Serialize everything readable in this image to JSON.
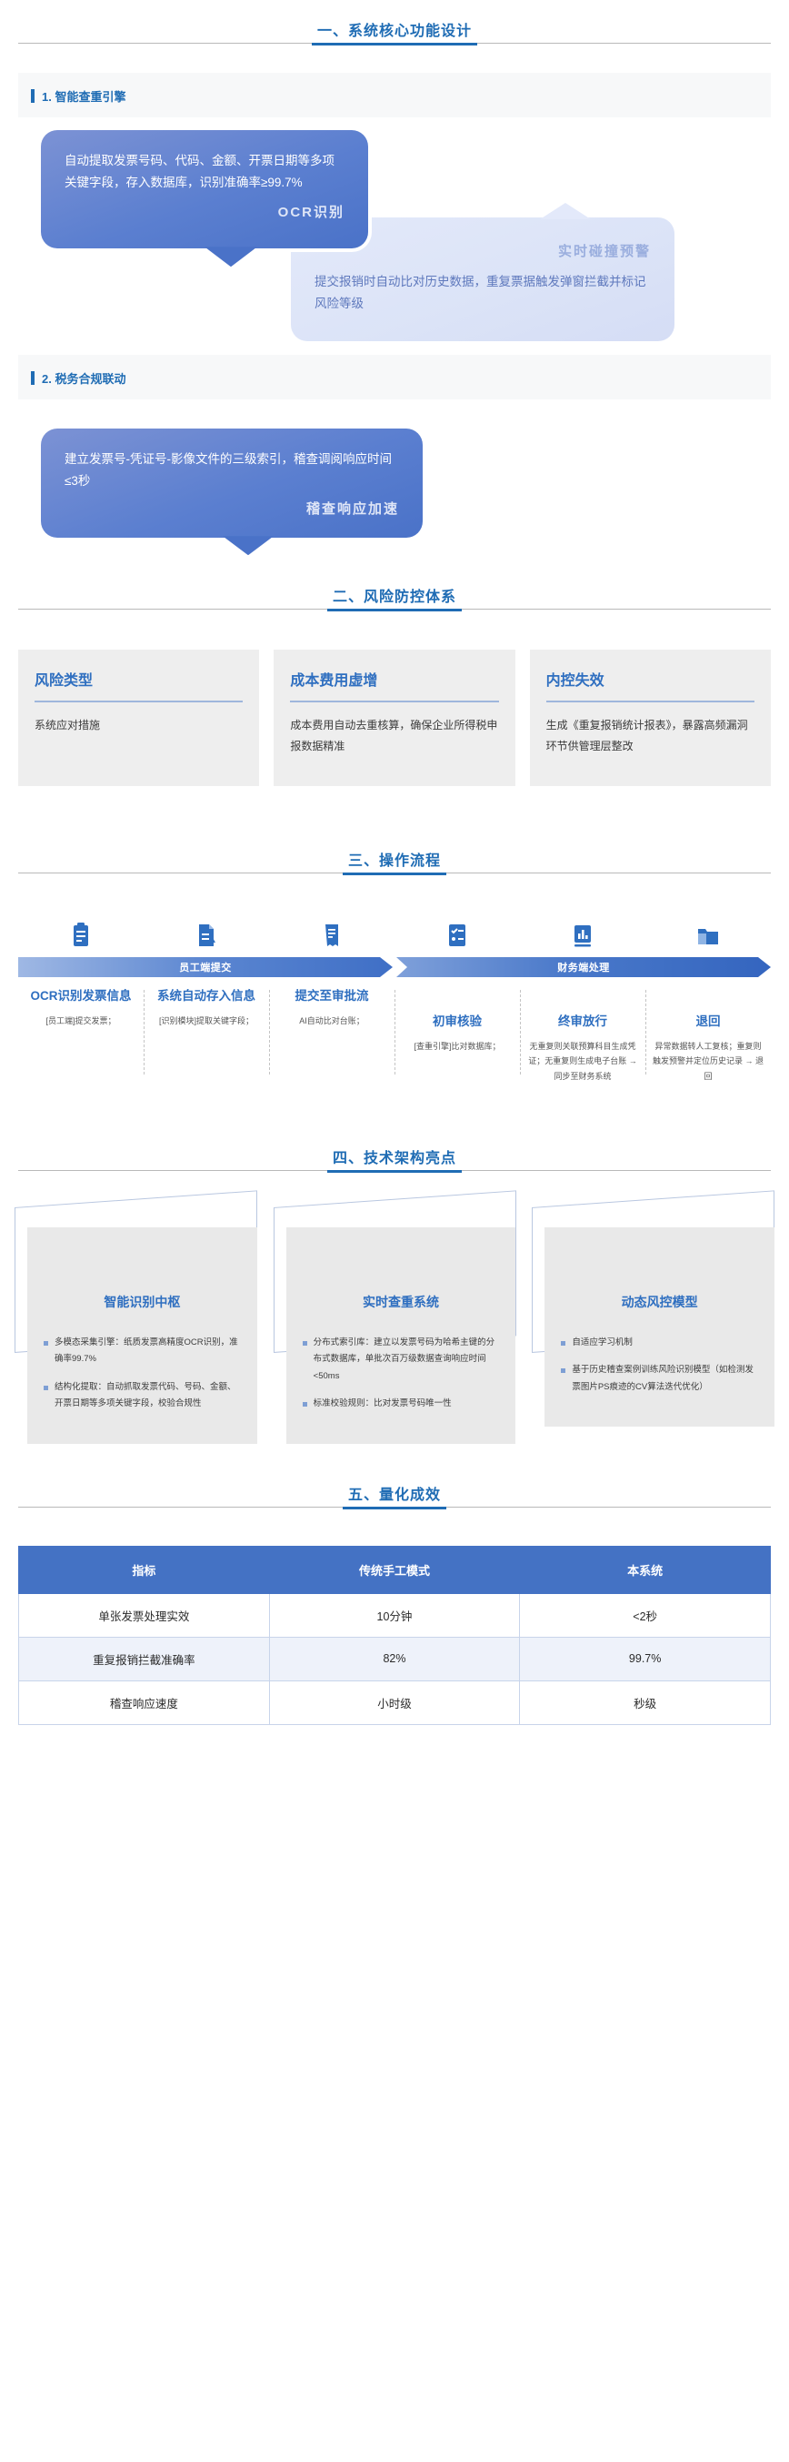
{
  "sections": {
    "s1": {
      "title": "一、系统核心功能设计"
    },
    "s2": {
      "title": "二、风险防控体系"
    },
    "s3": {
      "title": "三、操作流程"
    },
    "s4": {
      "title": "四、技术架构亮点"
    },
    "s5": {
      "title": "五、量化成效"
    }
  },
  "core": {
    "sub1": {
      "title": "1. 智能查重引擎"
    },
    "sub2": {
      "title": "2. 税务合规联动"
    },
    "bubble_ocr": {
      "body": "自动提取发票号码、代码、金额、开票日期等多项关键字段，存入数据库，识别准确率≥99.7%",
      "tag": "OCR识别"
    },
    "bubble_realtime": {
      "tag": "实时碰撞预警",
      "body": "提交报销时自动比对历史数据，重复票据触发弹窗拦截并标记风险等级"
    },
    "bubble_audit": {
      "body": "建立发票号-凭证号-影像文件的三级索引，稽查调阅响应时间≤3秒",
      "tag": "稽查响应加速"
    }
  },
  "risk_cards": [
    {
      "title": "风险类型",
      "text": "系统应对措施"
    },
    {
      "title": "成本费用虚增",
      "text": "成本费用自动去重核算，确保企业所得税申报数据精准"
    },
    {
      "title": "内控失效",
      "text": "生成《重复报销统计报表》，暴露高频漏洞环节供管理层整改"
    }
  ],
  "flow": {
    "bands": [
      {
        "label": "员工端提交"
      },
      {
        "label": "财务端处理"
      }
    ],
    "steps": [
      {
        "icon": "clipboard-icon",
        "head": "OCR识别发票信息",
        "desc": "[员工端]提交发票；"
      },
      {
        "icon": "document-scan-icon",
        "head": "系统自动存入信息",
        "desc": "[识别模块]提取关键字段；"
      },
      {
        "icon": "invoice-icon",
        "head": "提交至审批流",
        "desc": "AI自动比对台账；"
      },
      {
        "icon": "checklist-icon",
        "head": "初审核验",
        "desc": "[查重引擎]比对数据库；"
      },
      {
        "icon": "report-chart-icon",
        "head": "终审放行",
        "desc": "无重复则关联预算科目生成凭证；无重复则生成电子台账 → 同步至财务系统"
      },
      {
        "icon": "folder-icon",
        "head": "退回",
        "desc": "异常数据转人工复核；重复则触发预警并定位历史记录 → 退回"
      }
    ]
  },
  "tech_cards": [
    {
      "title": "智能识别中枢",
      "items": [
        "多模态采集引擎：纸质发票高精度OCR识别，准确率99.7%",
        "结构化提取：自动抓取发票代码、号码、金额、开票日期等多项关键字段，校验合规性"
      ]
    },
    {
      "title": "实时查重系统",
      "items": [
        "分布式索引库：建立以发票号码为哈希主键的分布式数据库，单批次百万级数据查询响应时间<50ms",
        "标准校验规则：比对发票号码唯一性"
      ]
    },
    {
      "title": "动态风控模型",
      "items": [
        "自适应学习机制",
        "基于历史稽查案例训练风险识别模型（如检测发票图片PS痕迹的CV算法迭代优化）"
      ]
    }
  ],
  "kpi_table": {
    "headers": [
      "指标",
      "传统手工模式",
      "本系统"
    ],
    "rows": [
      [
        "单张发票处理实效",
        "10分钟",
        "<2秒"
      ],
      [
        "重复报销拦截准确率",
        "82%",
        "99.7%"
      ],
      [
        "稽查响应速度",
        "小时级",
        "秒级"
      ]
    ]
  },
  "colors": {
    "accent": "#1f6cb4",
    "table_header": "#4472c4",
    "card_bg": "#eeeeee",
    "bubble_dark": "#4a72c8",
    "bubble_light": "#dfe6f7"
  }
}
